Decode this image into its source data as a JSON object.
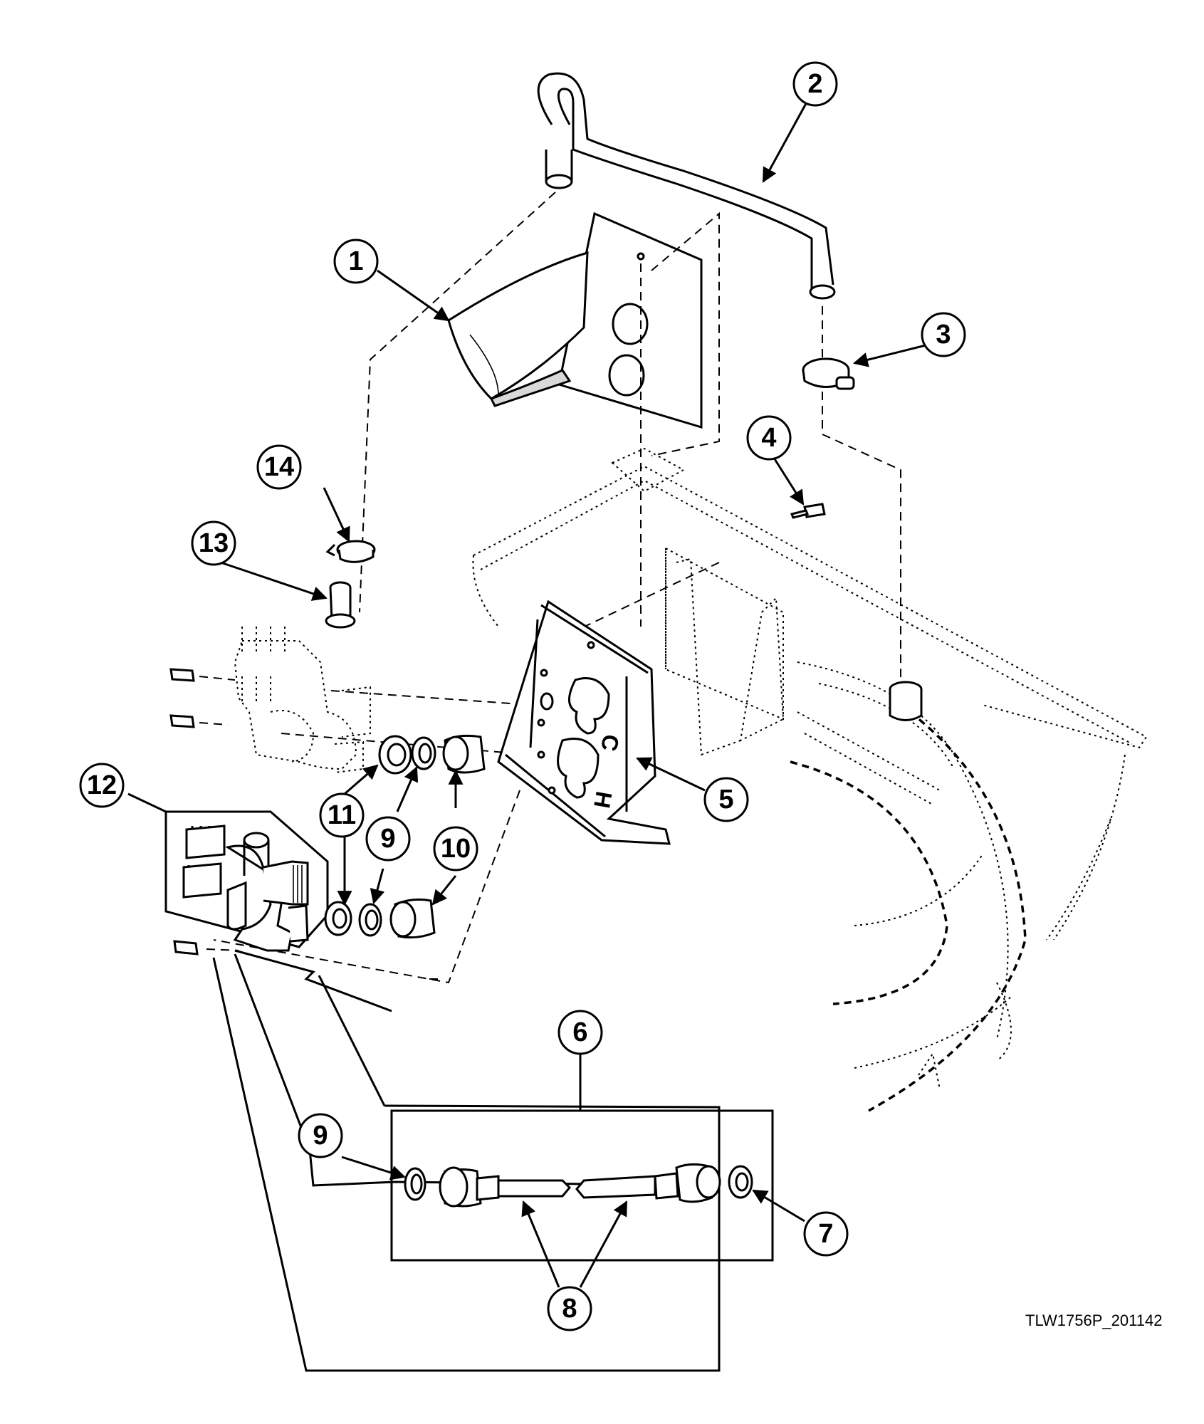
{
  "diagram": {
    "drawing_code": "TLW1756P_201142",
    "callouts": [
      {
        "id": "callout-1",
        "label": "1"
      },
      {
        "id": "callout-2",
        "label": "2"
      },
      {
        "id": "callout-3",
        "label": "3"
      },
      {
        "id": "callout-4",
        "label": "4"
      },
      {
        "id": "callout-5",
        "label": "5"
      },
      {
        "id": "callout-6",
        "label": "6"
      },
      {
        "id": "callout-7",
        "label": "7"
      },
      {
        "id": "callout-8",
        "label": "8"
      },
      {
        "id": "callout-9-upper",
        "label": "9"
      },
      {
        "id": "callout-9-lower",
        "label": "9"
      },
      {
        "id": "callout-10",
        "label": "10"
      },
      {
        "id": "callout-11",
        "label": "11"
      },
      {
        "id": "callout-12",
        "label": "12"
      },
      {
        "id": "callout-13",
        "label": "13"
      },
      {
        "id": "callout-14",
        "label": "14"
      }
    ],
    "bracket_marks": {
      "cold": "C",
      "hot": "H"
    }
  }
}
